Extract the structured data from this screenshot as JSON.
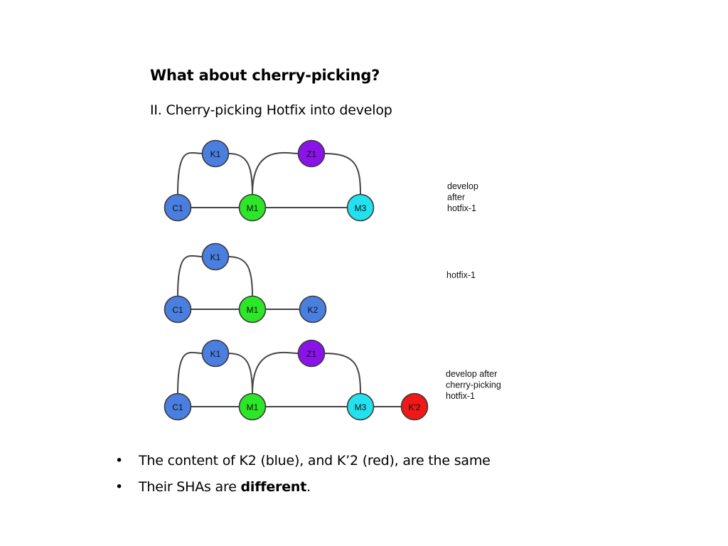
{
  "title": "What about cherry-picking?",
  "subtitle": "II. Cherry-picking Hotfix into develop",
  "colors": {
    "blue": "#4a7fe0",
    "green": "#2ce628",
    "purple": "#8a14e8",
    "cyan": "#22e2ef",
    "red": "#f01818"
  },
  "graphs": [
    {
      "label_lines": [
        "develop",
        "after",
        "hotfix-1"
      ],
      "nodes": [
        {
          "id": "C1",
          "label": "C1",
          "color": "blue"
        },
        {
          "id": "K1",
          "label": "K1",
          "color": "blue"
        },
        {
          "id": "M1",
          "label": "M1",
          "color": "green"
        },
        {
          "id": "Z1",
          "label": "Z1",
          "color": "purple"
        },
        {
          "id": "M3",
          "label": "M3",
          "color": "cyan"
        }
      ],
      "edges": [
        [
          "C1",
          "M1"
        ],
        [
          "M1",
          "M3"
        ],
        [
          "C1",
          "K1"
        ],
        [
          "K1",
          "M1"
        ],
        [
          "M1",
          "Z1"
        ],
        [
          "Z1",
          "M3"
        ]
      ]
    },
    {
      "label_lines": [
        "hotfix-1"
      ],
      "nodes": [
        {
          "id": "C1",
          "label": "C1",
          "color": "blue"
        },
        {
          "id": "K1",
          "label": "K1",
          "color": "blue"
        },
        {
          "id": "M1",
          "label": "M1",
          "color": "green"
        },
        {
          "id": "K2",
          "label": "K2",
          "color": "blue"
        }
      ],
      "edges": [
        [
          "C1",
          "M1"
        ],
        [
          "M1",
          "K2"
        ],
        [
          "C1",
          "K1"
        ],
        [
          "K1",
          "M1"
        ]
      ]
    },
    {
      "label_lines": [
        "develop after",
        "cherry-picking",
        "hotfix-1"
      ],
      "nodes": [
        {
          "id": "C1",
          "label": "C1",
          "color": "blue"
        },
        {
          "id": "K1",
          "label": "K1",
          "color": "blue"
        },
        {
          "id": "M1",
          "label": "M1",
          "color": "green"
        },
        {
          "id": "Z1",
          "label": "Z1",
          "color": "purple"
        },
        {
          "id": "M3",
          "label": "M3",
          "color": "cyan"
        },
        {
          "id": "K'2",
          "label": "K'2",
          "color": "red"
        }
      ],
      "edges": [
        [
          "C1",
          "M1"
        ],
        [
          "M1",
          "M3"
        ],
        [
          "M3",
          "K'2"
        ],
        [
          "C1",
          "K1"
        ],
        [
          "K1",
          "M1"
        ],
        [
          "M1",
          "Z1"
        ],
        [
          "Z1",
          "M3"
        ]
      ]
    }
  ],
  "bullets": [
    {
      "marker": "•",
      "parts": [
        {
          "text": "The content of K2 (blue), and K’2 (red), are the same",
          "bold": false
        }
      ]
    },
    {
      "marker": "•",
      "parts": [
        {
          "text": "Their SHAs are ",
          "bold": false
        },
        {
          "text": "different",
          "bold": true
        },
        {
          "text": ".",
          "bold": false
        }
      ]
    }
  ]
}
